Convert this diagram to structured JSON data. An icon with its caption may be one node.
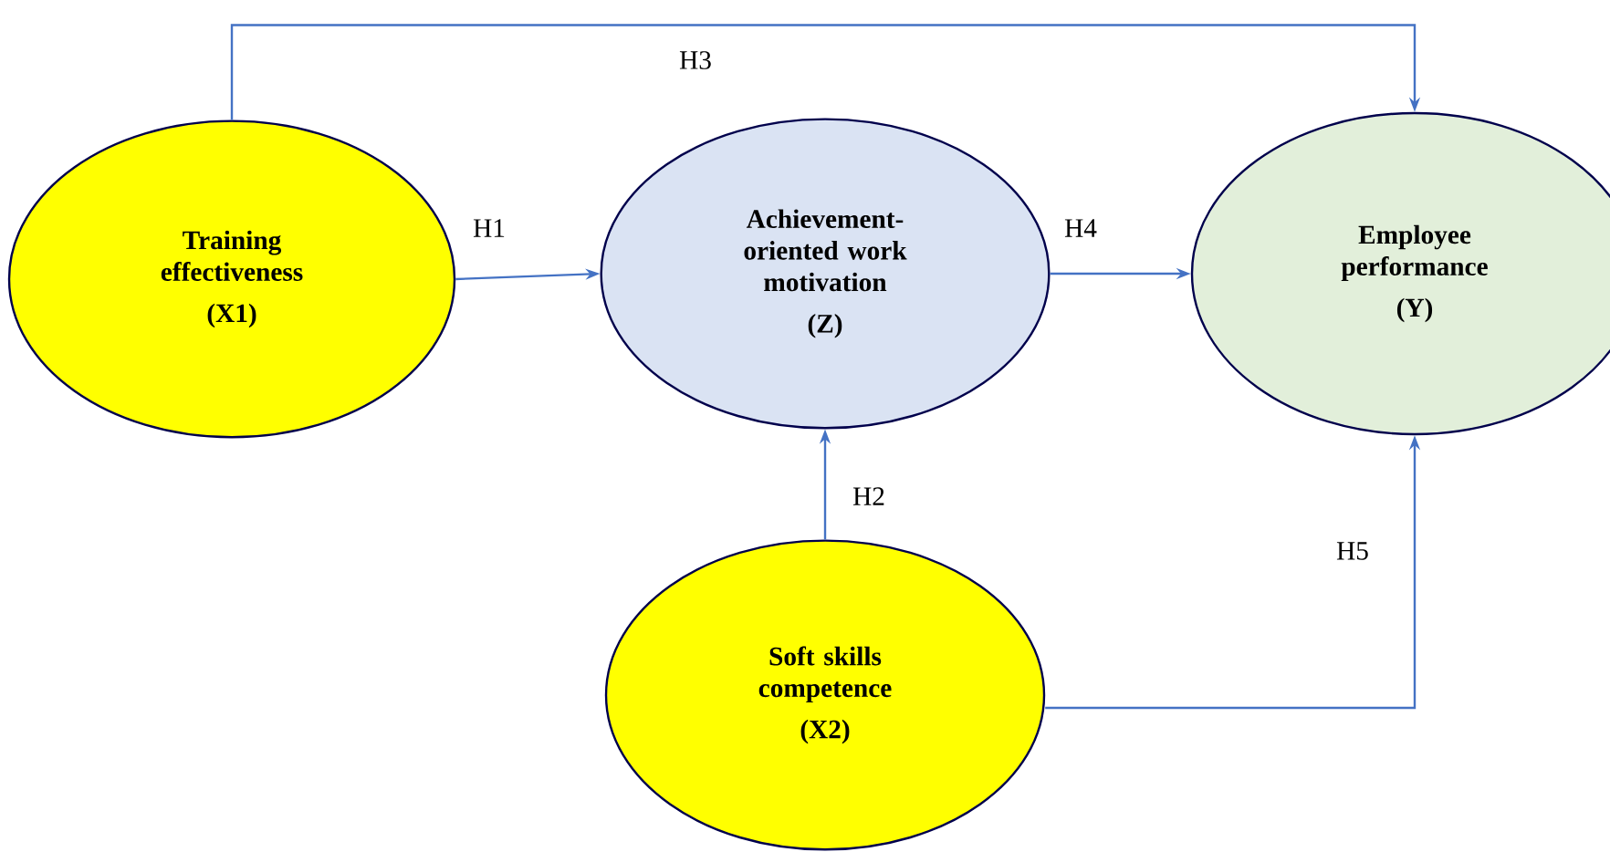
{
  "diagram": {
    "nodes": [
      {
        "text": [
          "Training effectiveness",
          "(X1)"
        ]
      },
      {
        "text": [
          "Achievement-oriented work motivation",
          "(Z)"
        ]
      },
      {
        "text": [
          "Employee performance",
          "(Y)"
        ]
      },
      {
        "text": [
          "Soft skills competence",
          "(X2)"
        ]
      }
    ],
    "edges": [
      {
        "from": 0,
        "to": 1,
        "arrow": "to",
        "label": "H1"
      },
      {
        "from": 3,
        "to": 1,
        "arrow": "to",
        "label": "H2"
      },
      {
        "from": 0,
        "to": 2,
        "arrow": "to",
        "label": "H3"
      },
      {
        "from": 1,
        "to": 2,
        "arrow": "to",
        "label": "H4"
      },
      {
        "from": 3,
        "to": 2,
        "arrow": "to",
        "label": "H5"
      }
    ]
  }
}
